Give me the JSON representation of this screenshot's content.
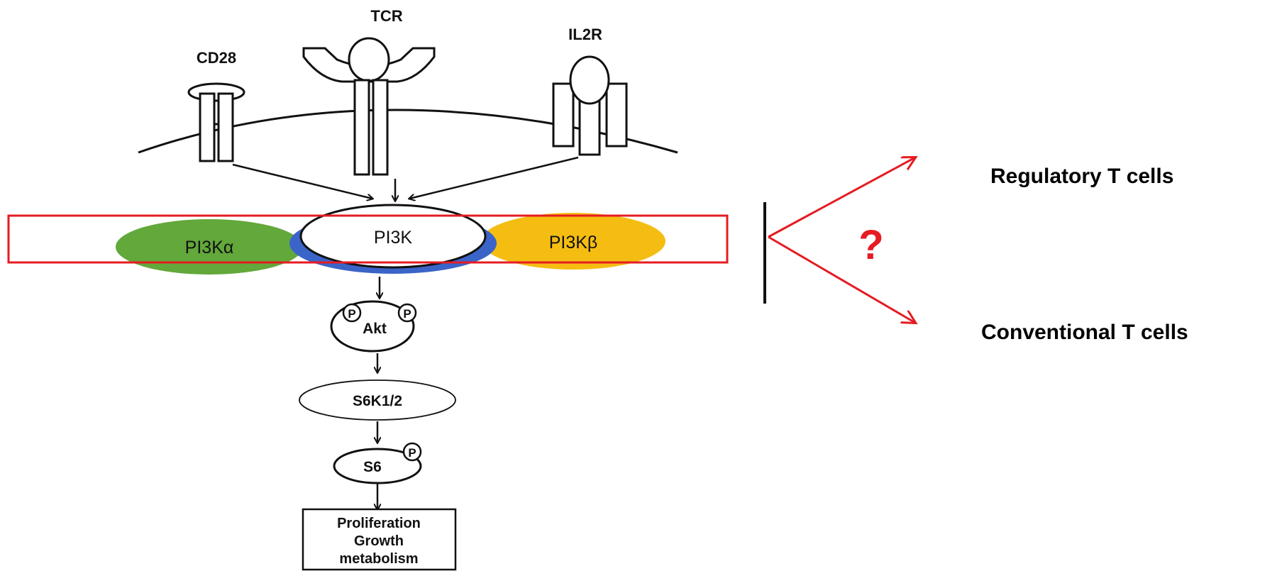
{
  "receptors": {
    "cd28": "CD28",
    "tcr": "TCR",
    "il2r": "IL2R"
  },
  "enzymes": {
    "pi3k_alpha": "PI3Kα",
    "pi3k": "PI3K",
    "pi3k_beta": "PI3Kβ"
  },
  "pathway": {
    "phospho": "P",
    "akt": "Akt",
    "s6k": "S6K1/2",
    "s6": "S6"
  },
  "outcome": {
    "line1": "Proliferation",
    "line2": "Growth",
    "line3": "metabolism"
  },
  "question": "?",
  "targets": {
    "treg": "Regulatory T cells",
    "tconv": "Conventional T cells"
  },
  "colors": {
    "pi3k_alpha": "#62a83a",
    "pi3k_beta": "#f5bd12",
    "pi3k_shadow": "#3a64c8",
    "highlight": "#e51c23"
  }
}
